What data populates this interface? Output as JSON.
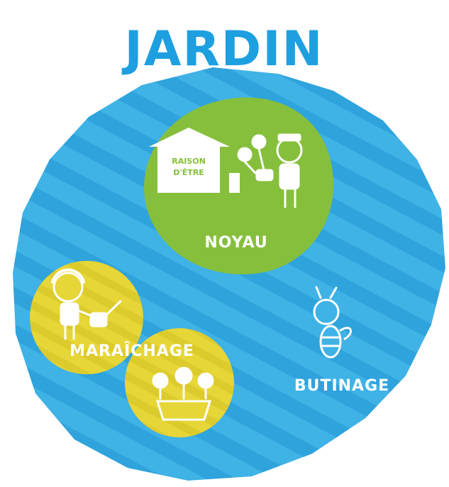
{
  "title": "JARDIN",
  "core": {
    "house_text_line1": "RAISON",
    "house_text_line2": "D'ÊTRE",
    "label": "NOYAU"
  },
  "zones": {
    "market_gardening": "MARAÎCHAGE",
    "foraging": "BUTINAGE"
  },
  "colors": {
    "title": "#1e9fe0",
    "garden_blue": "#3fb2e6",
    "garden_stripe": "#2a9bd8",
    "core_green": "#86bf3c",
    "yellow": "#e7d637",
    "yellow_stripe": "#d6c52a",
    "line": "#1f6aa6"
  },
  "icons": [
    "house-icon",
    "gardener-group-icon",
    "gardener-watering-icon",
    "seedlings-group-icon",
    "bee-icon"
  ]
}
